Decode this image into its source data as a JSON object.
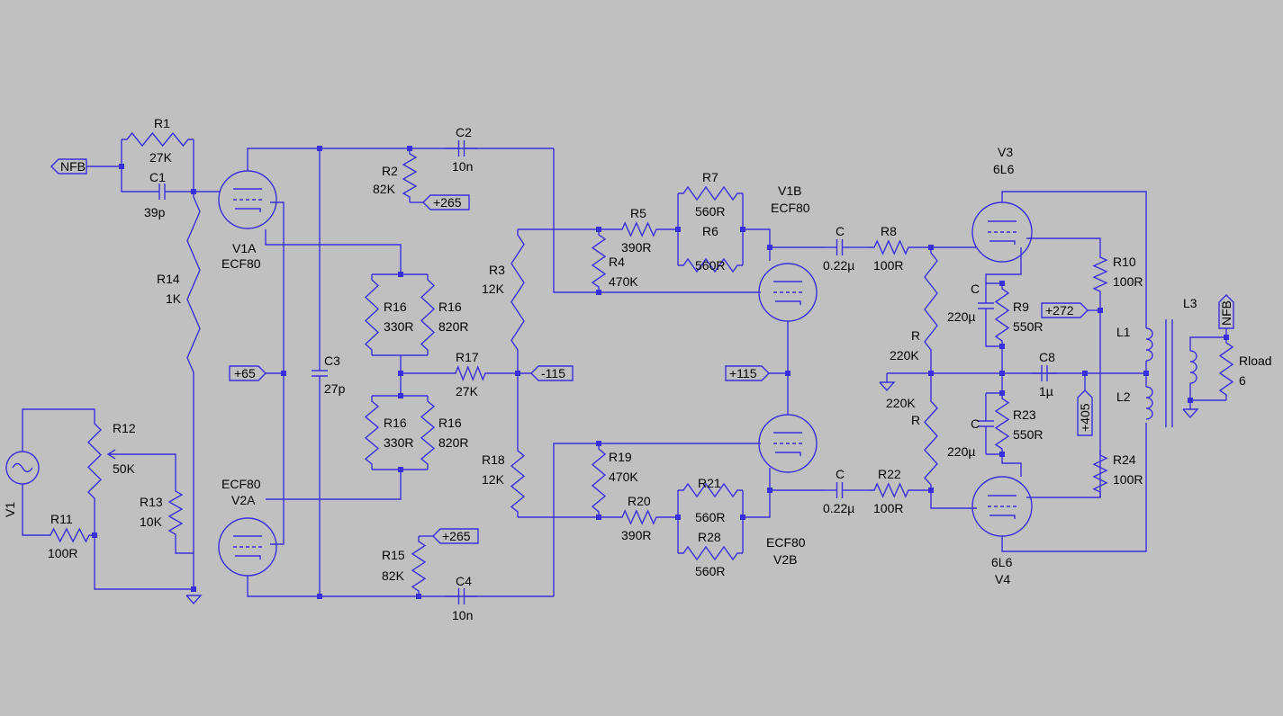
{
  "diagram": {
    "background": "#c0c0c0",
    "wire_color": "#3a2fe0",
    "text_color": "#000000",
    "source": {
      "ref": "V1",
      "icon": "ac-voltage-source-icon"
    },
    "resistors": [
      {
        "ref": "R1",
        "value": "27K"
      },
      {
        "ref": "R2",
        "value": "82K"
      },
      {
        "ref": "R3",
        "value": "12K"
      },
      {
        "ref": "R4",
        "value": "470K"
      },
      {
        "ref": "R5",
        "value": "390R"
      },
      {
        "ref": "R6",
        "value": "560R"
      },
      {
        "ref": "R7",
        "value": "560R"
      },
      {
        "ref": "R8",
        "value": "100R"
      },
      {
        "ref": "R9",
        "value": "550R"
      },
      {
        "ref": "R10",
        "value": "100R"
      },
      {
        "ref": "R11",
        "value": "100R"
      },
      {
        "ref": "R12",
        "value": "50K"
      },
      {
        "ref": "R13",
        "value": "10K"
      },
      {
        "ref": "R14",
        "value": "1K"
      },
      {
        "ref": "R15",
        "value": "82K"
      },
      {
        "ref": "R16",
        "value": "330R"
      },
      {
        "ref": "R16",
        "value": "820R"
      },
      {
        "ref": "R16",
        "value": "330R"
      },
      {
        "ref": "R16",
        "value": "820R"
      },
      {
        "ref": "R17",
        "value": "27K"
      },
      {
        "ref": "R18",
        "value": "12K"
      },
      {
        "ref": "R19",
        "value": "470K"
      },
      {
        "ref": "R20",
        "value": "390R"
      },
      {
        "ref": "R21",
        "value": "560R"
      },
      {
        "ref": "R28",
        "value": "560R"
      },
      {
        "ref": "R22",
        "value": "100R"
      },
      {
        "ref": "R23",
        "value": "550R"
      },
      {
        "ref": "R24",
        "value": "100R"
      },
      {
        "ref": "R",
        "value": "220K"
      },
      {
        "ref": "R",
        "value": "220K"
      },
      {
        "ref": "Rload",
        "value": "6"
      }
    ],
    "capacitors": [
      {
        "ref": "C1",
        "value": "39p"
      },
      {
        "ref": "C2",
        "value": "10n"
      },
      {
        "ref": "C3",
        "value": "27p"
      },
      {
        "ref": "C4",
        "value": "10n"
      },
      {
        "ref": "C",
        "value": "0.22µ"
      },
      {
        "ref": "C",
        "value": "0.22µ"
      },
      {
        "ref": "C",
        "value": "220µ"
      },
      {
        "ref": "C",
        "value": "220µ"
      },
      {
        "ref": "C8",
        "value": "1µ"
      }
    ],
    "tubes": [
      {
        "ref": "V1A",
        "type": "ECF80"
      },
      {
        "ref": "V2A",
        "type": "ECF80"
      },
      {
        "ref": "V1B",
        "type": "ECF80"
      },
      {
        "ref": "V2B",
        "type": "ECF80"
      },
      {
        "ref": "V3",
        "type": "6L6"
      },
      {
        "ref": "V4",
        "type": "6L6"
      }
    ],
    "inductors": [
      "L1",
      "L2",
      "L3"
    ],
    "net_flags": [
      "NFB",
      "+265",
      "+65",
      "-115",
      "+115",
      "+265",
      "+272",
      "+405",
      "NFB"
    ]
  }
}
